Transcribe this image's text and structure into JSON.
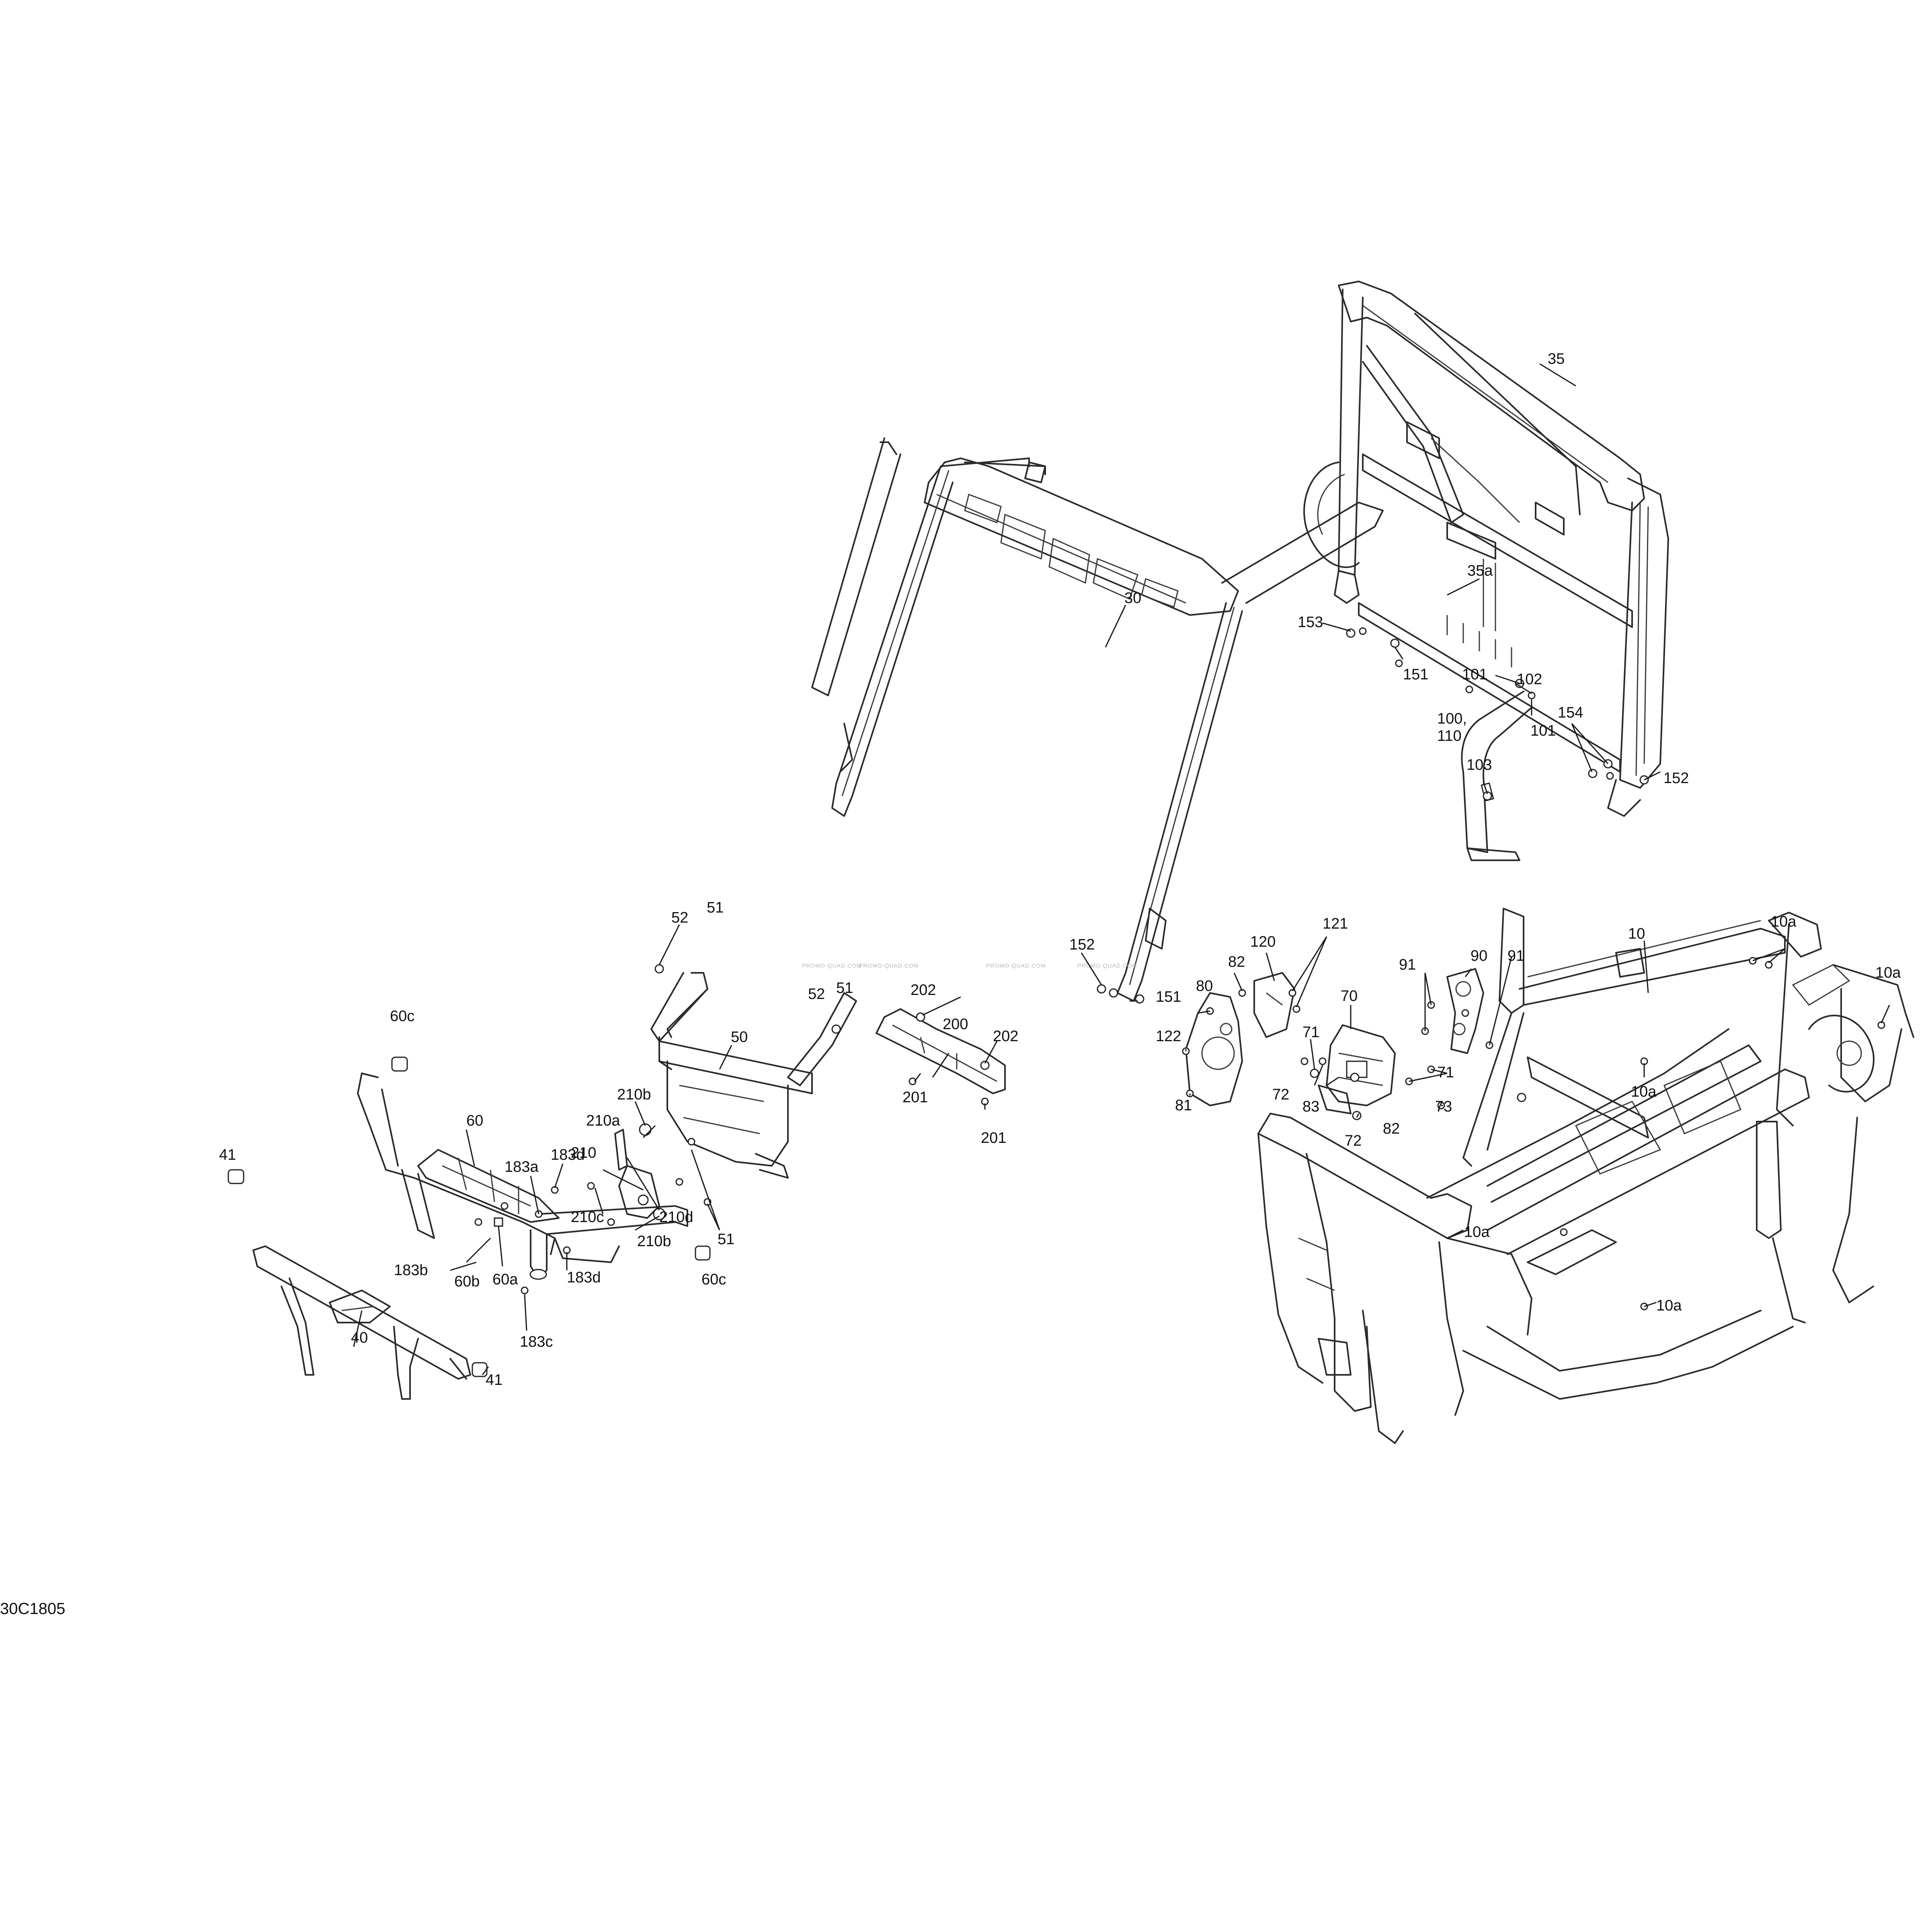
{
  "diagram_id": "30C1805",
  "watermarks": [
    "PROMO-QUAD.COM",
    "PROMO-QUAD.COM",
    "PROMO-QUAD.COM",
    "PROMO-QUAD.COM"
  ],
  "callouts": [
    {
      "id": "c35",
      "label": "35"
    },
    {
      "id": "c35a",
      "label": "35a"
    },
    {
      "id": "c30",
      "label": "30"
    },
    {
      "id": "c153",
      "label": "153"
    },
    {
      "id": "c151a",
      "label": "151"
    },
    {
      "id": "c101a",
      "label": "101"
    },
    {
      "id": "c102",
      "label": "102"
    },
    {
      "id": "c101b",
      "label": "101"
    },
    {
      "id": "c100",
      "label": "100,"
    },
    {
      "id": "c110",
      "label": "110"
    },
    {
      "id": "c154",
      "label": "154"
    },
    {
      "id": "c103",
      "label": "103"
    },
    {
      "id": "c152a",
      "label": "152"
    },
    {
      "id": "c52a",
      "label": "52"
    },
    {
      "id": "c51a",
      "label": "51"
    },
    {
      "id": "c52b",
      "label": "52"
    },
    {
      "id": "c51b",
      "label": "51"
    },
    {
      "id": "c202a",
      "label": "202"
    },
    {
      "id": "c200",
      "label": "200"
    },
    {
      "id": "c202b",
      "label": "202"
    },
    {
      "id": "c201a",
      "label": "201"
    },
    {
      "id": "c201b",
      "label": "201"
    },
    {
      "id": "c50",
      "label": "50"
    },
    {
      "id": "c60c1",
      "label": "60c"
    },
    {
      "id": "c210b1",
      "label": "210b"
    },
    {
      "id": "c210a",
      "label": "210a"
    },
    {
      "id": "c210",
      "label": "210"
    },
    {
      "id": "c210d",
      "label": "210d"
    },
    {
      "id": "c51c",
      "label": "51"
    },
    {
      "id": "c210c",
      "label": "210c"
    },
    {
      "id": "c210b2",
      "label": "210b"
    },
    {
      "id": "c60c2",
      "label": "60c"
    },
    {
      "id": "c41a",
      "label": "41"
    },
    {
      "id": "c60",
      "label": "60"
    },
    {
      "id": "c183a",
      "label": "183a"
    },
    {
      "id": "c183d1",
      "label": "183d"
    },
    {
      "id": "c40",
      "label": "40"
    },
    {
      "id": "c183b",
      "label": "183b"
    },
    {
      "id": "c60b",
      "label": "60b"
    },
    {
      "id": "c60a",
      "label": "60a"
    },
    {
      "id": "c183d2",
      "label": "183d"
    },
    {
      "id": "c183c",
      "label": "183c"
    },
    {
      "id": "c41b",
      "label": "41"
    },
    {
      "id": "c152b",
      "label": "152"
    },
    {
      "id": "c151b",
      "label": "151"
    },
    {
      "id": "c122",
      "label": "122"
    },
    {
      "id": "c80",
      "label": "80"
    },
    {
      "id": "c81",
      "label": "81"
    },
    {
      "id": "c82a",
      "label": "82"
    },
    {
      "id": "c120",
      "label": "120"
    },
    {
      "id": "c121",
      "label": "121"
    },
    {
      "id": "c70",
      "label": "70"
    },
    {
      "id": "c71a",
      "label": "71"
    },
    {
      "id": "c72a",
      "label": "72"
    },
    {
      "id": "c83",
      "label": "83"
    },
    {
      "id": "c72b",
      "label": "72"
    },
    {
      "id": "c82b",
      "label": "82"
    },
    {
      "id": "c91a",
      "label": "91"
    },
    {
      "id": "c90",
      "label": "90"
    },
    {
      "id": "c91b",
      "label": "91"
    },
    {
      "id": "c71b",
      "label": "71"
    },
    {
      "id": "c73",
      "label": "73"
    },
    {
      "id": "c10",
      "label": "10"
    },
    {
      "id": "c10a1",
      "label": "10a"
    },
    {
      "id": "c10a2",
      "label": "10a"
    },
    {
      "id": "c10a3",
      "label": "10a"
    },
    {
      "id": "c10a4",
      "label": "10a"
    },
    {
      "id": "c10a5",
      "label": "10a"
    }
  ]
}
